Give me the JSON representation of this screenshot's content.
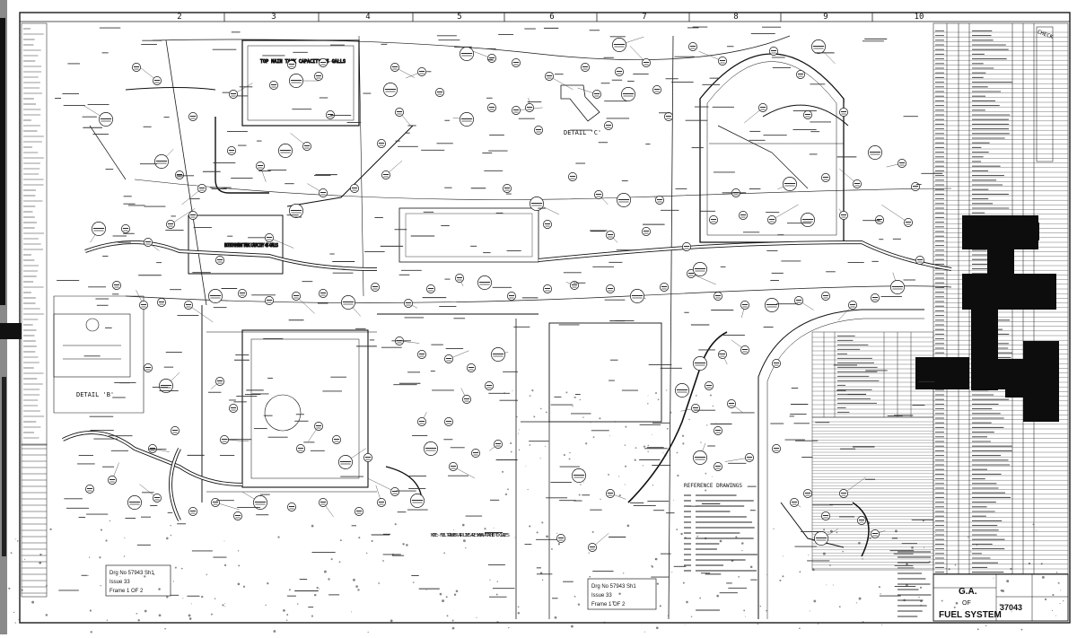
{
  "drawing": {
    "grid_numbers": [
      "2",
      "3",
      "4",
      "5",
      "6",
      "7",
      "8",
      "9",
      "10"
    ],
    "title_block": {
      "line1": "G.A.",
      "line2": "OF",
      "line3": "FUEL SYSTEM",
      "drawing_number": "37043"
    },
    "frame_labels": [
      {
        "line1": "Drg No 57943 Sh1",
        "line2": "Issue 33",
        "line3": "Frame 1 OF 2"
      },
      {
        "line1": "Drg No 57943 Sh1",
        "line2": "Issue 33",
        "line3": "Frame 1 OF 2"
      }
    ],
    "details": [
      "DETAIL 'B'",
      "DETAIL 'C'"
    ],
    "tank_labels": [
      "TOP MAIN TANK CAPACITY 55 GALLS",
      "BOTTOM MAIN TANK CAPACITY 45 GALLS"
    ],
    "section_labels": [
      "REFERENCE DRAWINGS"
    ],
    "notes": [
      "NOTE:- FUEL TRANSFER AIR LINES ARE SHOWN ATTACHED TO CLADE'S"
    ],
    "margin_label": "CHECK"
  }
}
